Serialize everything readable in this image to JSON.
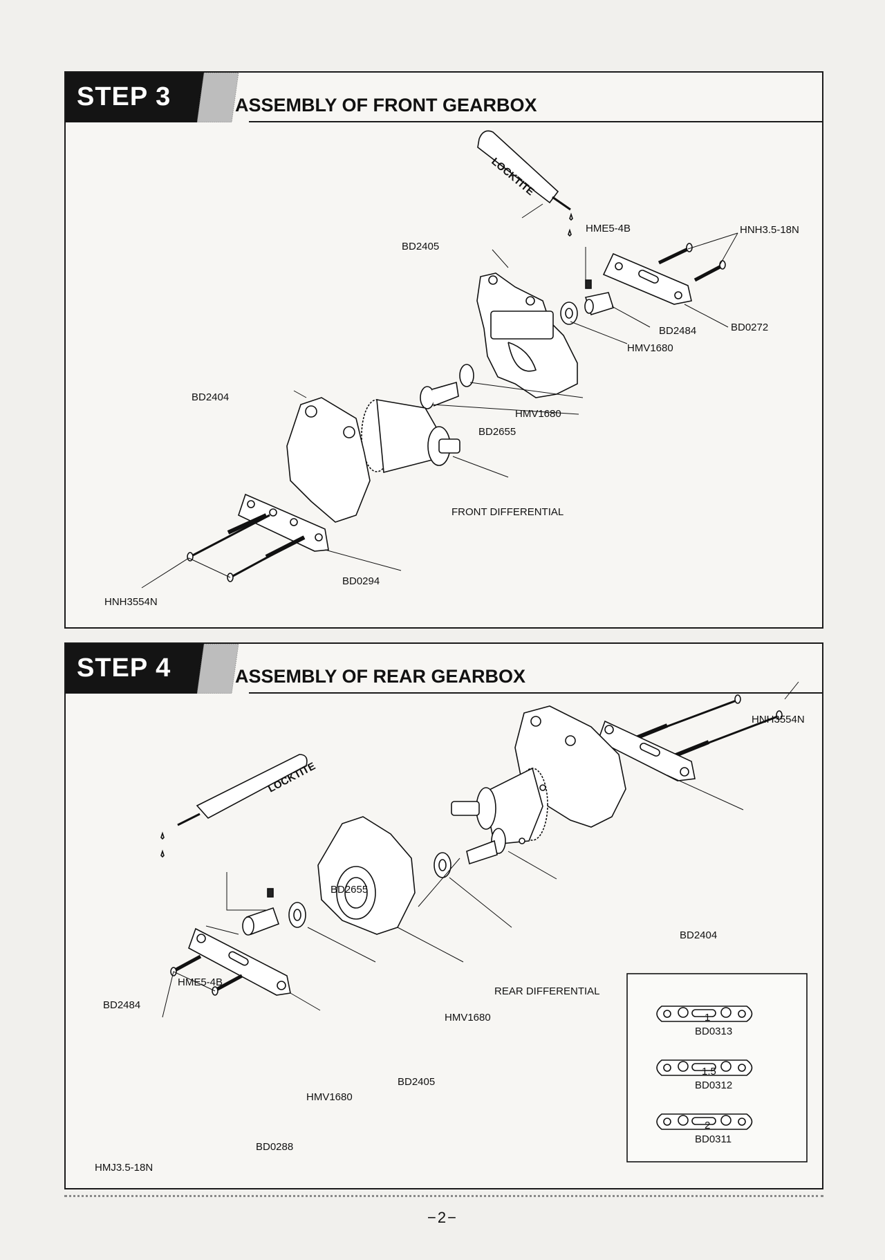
{
  "step3": {
    "tab": "STEP 3",
    "title": "ASSEMBLY OF FRONT GEARBOX",
    "tube_label": "LOCKTITE",
    "labels": {
      "hme": "HME5-4B",
      "hnh35": "HNH3.5-18N",
      "bd2405": "BD2405",
      "bd2484": "BD2484",
      "bd0272": "BD0272",
      "hmv1680a": "HMV1680",
      "hmv1680b": "HMV1680",
      "bd2404": "BD2404",
      "bd2655": "BD2655",
      "front_diff": "FRONT DIFFERENTIAL",
      "bd0294": "BD0294",
      "hnh3554": "HNH3554N"
    }
  },
  "step4": {
    "tab": "STEP 4",
    "title": "ASSEMBLY OF REAR GEARBOX",
    "tube_label": "LOCKTITE",
    "labels": {
      "hnh3554": "HNH3554N",
      "bd2655": "BD2655",
      "bd2404": "BD2404",
      "rear_diff": "REAR DIFFERENTIAL",
      "hme": "HME5-4B",
      "bd2484": "BD2484",
      "hmv1680a": "HMV1680",
      "hmv1680b": "HMV1680",
      "bd2405": "BD2405",
      "bd0288": "BD0288",
      "hmj": "HMJ3.5-18N"
    },
    "options": {
      "bd0313": "BD0313",
      "bd0312": "BD0312",
      "bd0311": "BD0311",
      "mark1": "1",
      "mark2": "1.5",
      "mark3": "2"
    }
  },
  "page_number": "−2−"
}
